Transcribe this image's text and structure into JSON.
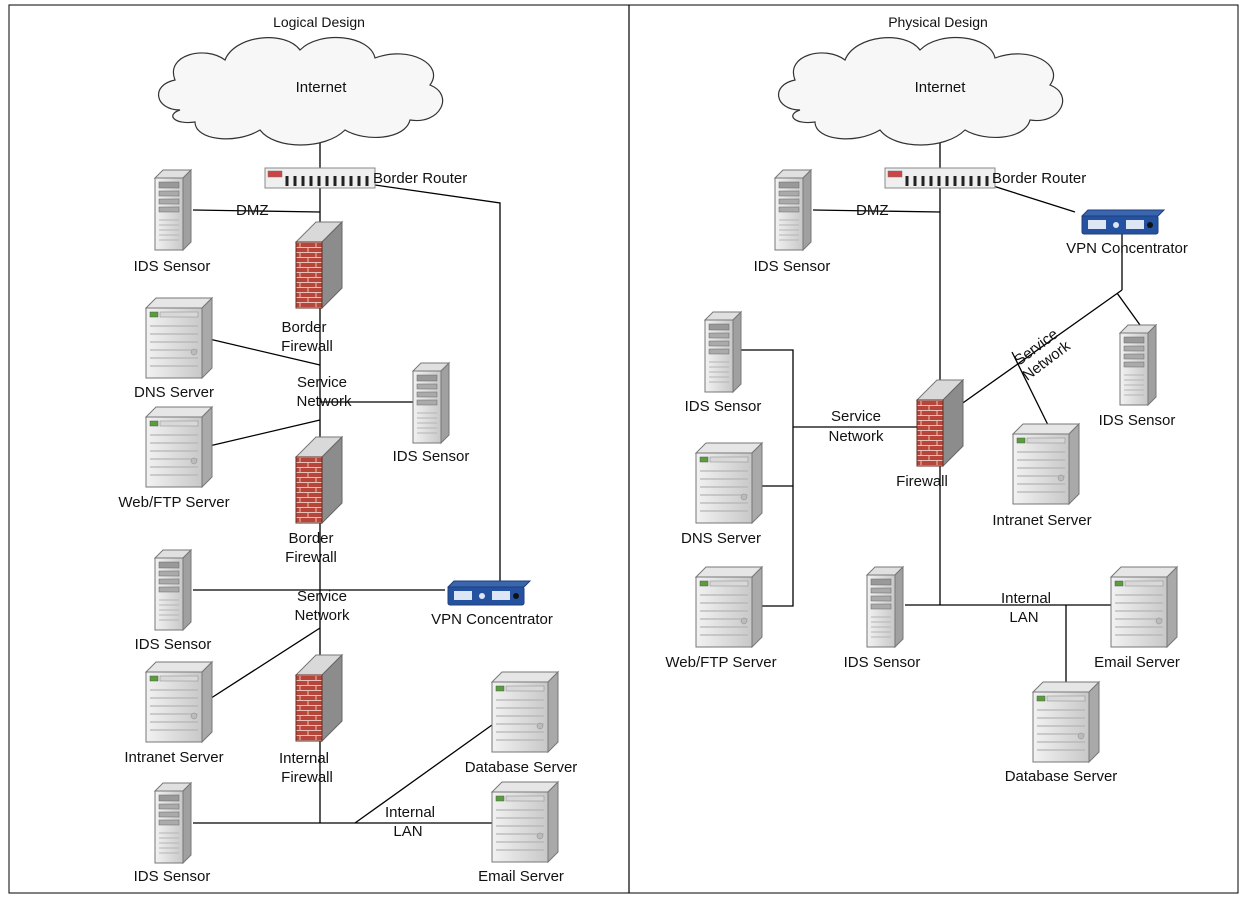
{
  "logical": {
    "title": "Logical Design",
    "internet": "Internet",
    "border_router": "Border Router",
    "dmz": "DMZ",
    "ids_sensor": "IDS Sensor",
    "border_firewall_1": [
      "Border",
      "Firewall"
    ],
    "dns_server": "DNS Server",
    "service_network_1": [
      "Service",
      "Network"
    ],
    "web_ftp_server": "Web/FTP Server",
    "border_firewall_2": [
      "Border",
      "Firewall"
    ],
    "service_network_2": [
      "Service",
      "Network"
    ],
    "vpn_concentrator": "VPN Concentrator",
    "intranet_server": "Intranet Server",
    "internal_firewall": [
      "Internal",
      "Firewall"
    ],
    "database_server": "Database Server",
    "internal_lan": [
      "Internal",
      "LAN"
    ],
    "email_server": "Email Server"
  },
  "physical": {
    "title": "Physical Design",
    "internet": "Internet",
    "border_router": "Border Router",
    "dmz": "DMZ",
    "ids_sensor": "IDS Sensor",
    "vpn_concentrator": "VPN Concentrator",
    "service_network_1": [
      "Service",
      "Network"
    ],
    "service_network_2": [
      "Service",
      "Network"
    ],
    "firewall": "Firewall",
    "intranet_server": "Intranet Server",
    "dns_server": "DNS Server",
    "web_ftp_server": "Web/FTP Server",
    "internal_lan": [
      "Internal",
      "LAN"
    ],
    "email_server": "Email Server",
    "database_server": "Database Server"
  }
}
